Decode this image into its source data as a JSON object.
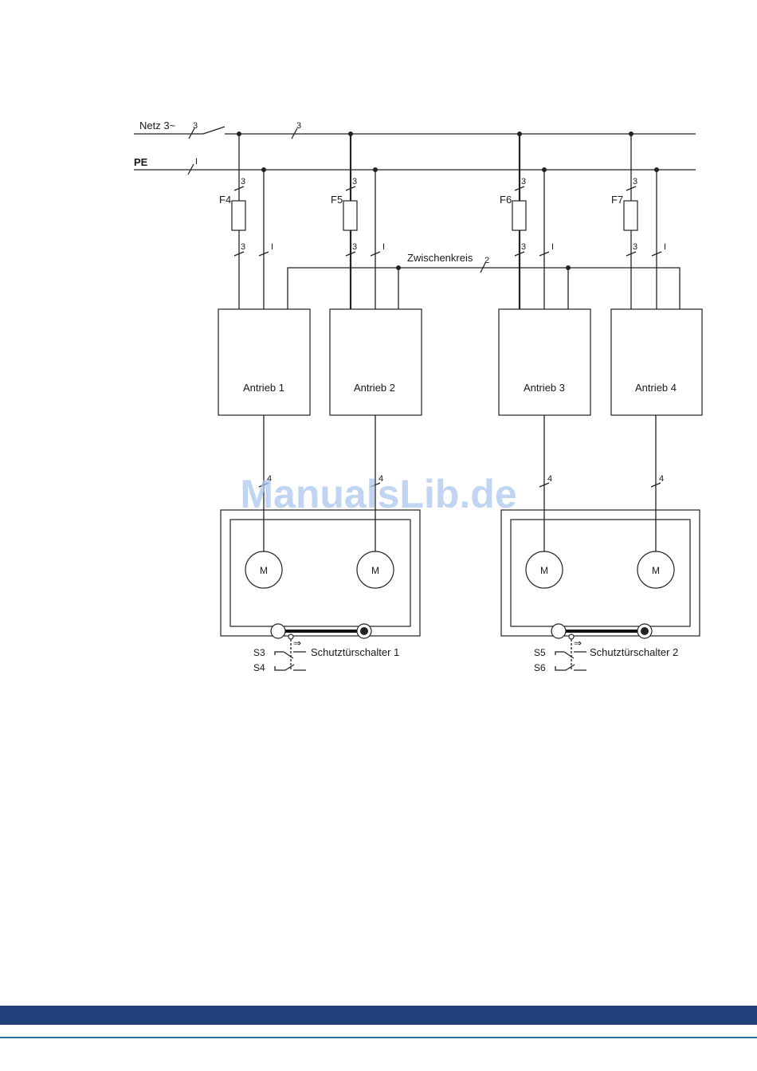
{
  "diagram": {
    "netz_label": "Netz 3~",
    "pe_label": "PE",
    "zwischenkreis_label": "Zwischenkreis",
    "count_3": "3",
    "count_1": "I",
    "count_2": "2",
    "count_4": "4",
    "fuses": [
      "F4",
      "F5",
      "F6",
      "F7"
    ],
    "drives": [
      "Antrieb 1",
      "Antrieb 2",
      "Antrieb 3",
      "Antrieb 4"
    ],
    "motor_label": "M",
    "switches": [
      "S3",
      "S4",
      "S5",
      "S6"
    ],
    "door_switches": [
      "Schutztürschalter 1",
      "Schutztürschalter 2"
    ]
  },
  "watermark": "ManualsLib.de",
  "colors": {
    "footer_band": "#1f4078",
    "footer_line": "#2a6f9e",
    "watermark": "#aac8ee"
  }
}
